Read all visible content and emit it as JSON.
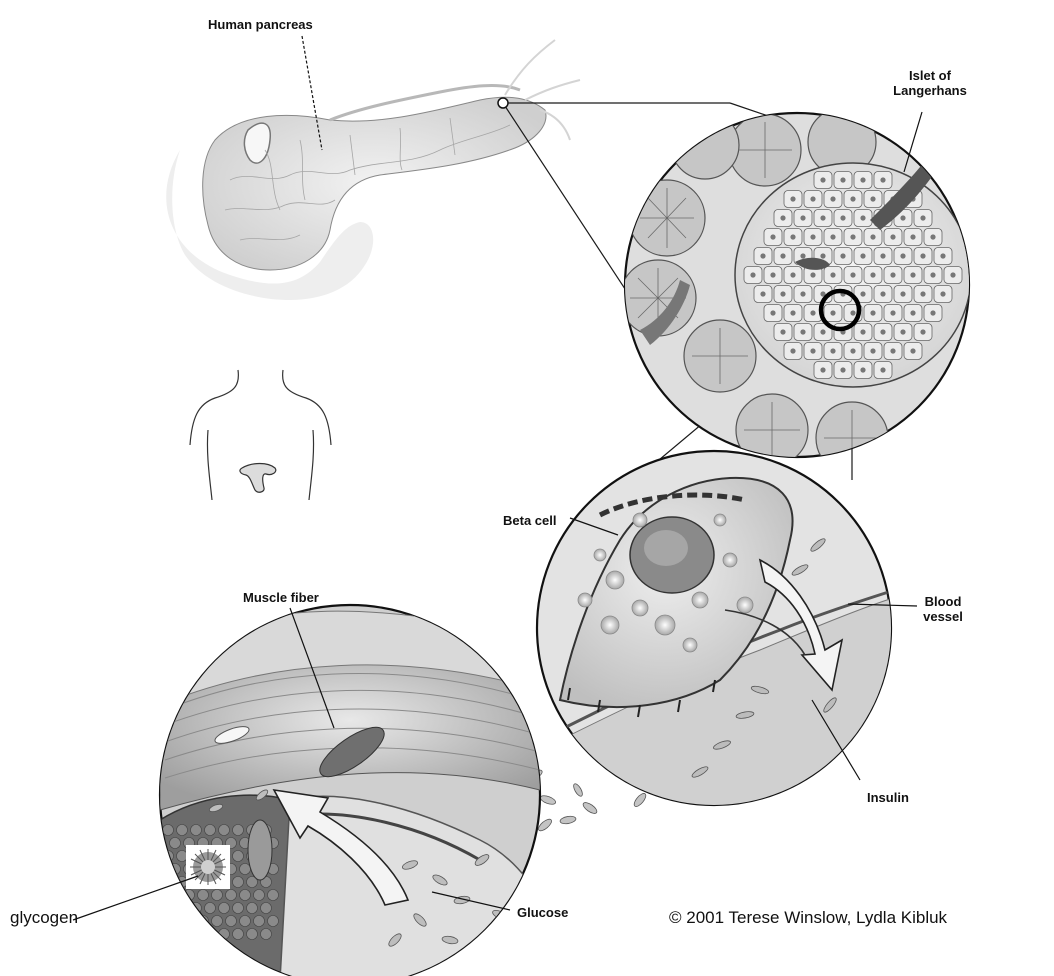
{
  "labels": {
    "human_pancreas": "Human pancreas",
    "islet": "Islet of\nLangerhans",
    "beta_cell": "Beta cell",
    "blood_vessel": "Blood\nvessel",
    "insulin": "Insulin",
    "muscle_fiber": "Muscle fiber",
    "glucose": "Glucose",
    "glycogen": "glycogen"
  },
  "credit": "© 2001 Terese Winslow, Lydla Kibluk",
  "colors": {
    "line": "#1a1a1a",
    "tissue_light": "#e6e6e6",
    "tissue_mid": "#bdbdbd",
    "tissue_dark": "#6f6f6f"
  }
}
